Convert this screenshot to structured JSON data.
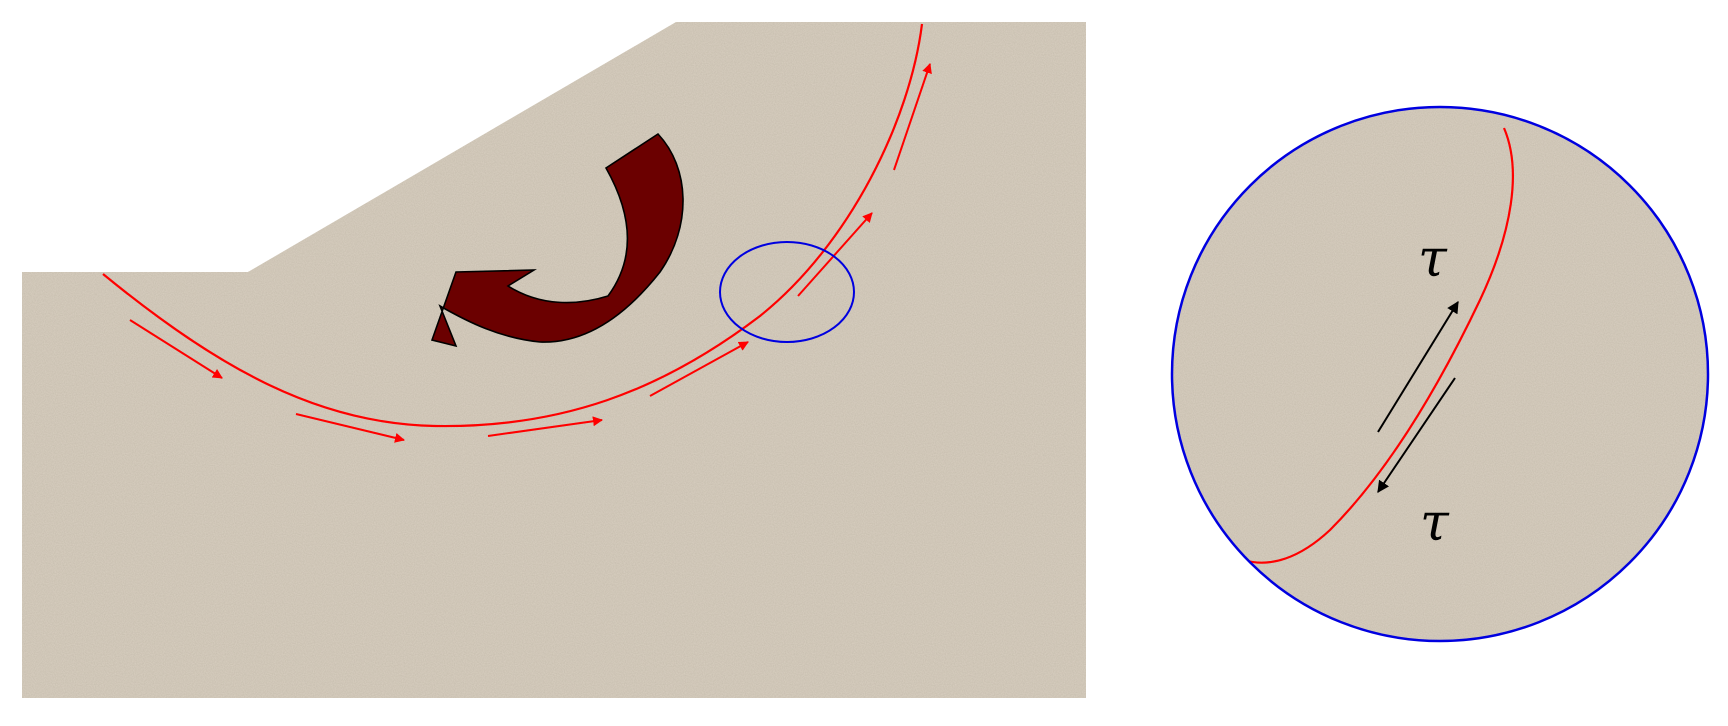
{
  "diagram": {
    "colors": {
      "soil": "#d9d0c1",
      "slip_surface": "#ff0000",
      "shear_arrows": "#ff0000",
      "rotation_arrow": "#6b0000",
      "detail_circle": "#0000e0",
      "stress_arrows": "#000000",
      "background": "#ffffff"
    },
    "icons": {
      "rotation": "curved-rotation-arrow",
      "shear": "straight-arrow"
    },
    "detail": {
      "stress_label_upper": "τ",
      "stress_label_lower": "τ"
    }
  }
}
